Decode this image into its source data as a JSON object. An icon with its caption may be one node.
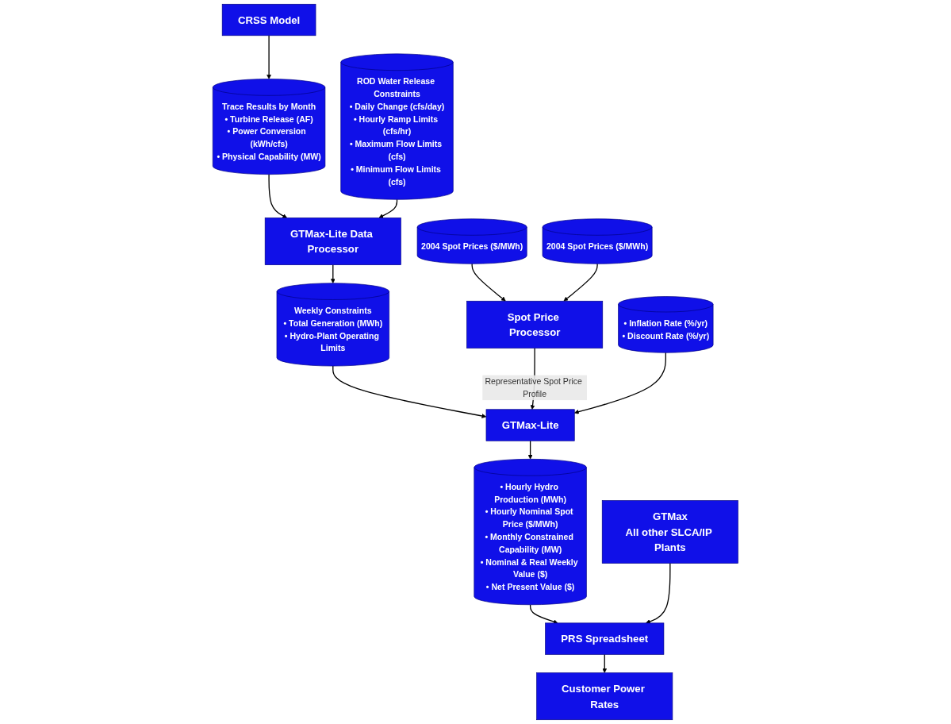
{
  "diagram": {
    "nodes": [
      {
        "text": [
          "CRSS Model"
        ]
      },
      {
        "text": [
          "Trace Results by Month",
          "• Turbine Release (AF)",
          "• Power Conversion  (kWh/cfs)",
          "• Physical Capability (MW)"
        ]
      },
      {
        "text": [
          "GTMax-Lite Data Processor"
        ]
      },
      {
        "text": [
          "ROD Water Release Constraints",
          "• Daily Change (cfs/day)",
          "• Hourly Ramp Limits (cfs/hr)",
          "• Maximum Flow Limits (cfs)",
          "• Minimum Flow Limits (cfs)"
        ]
      },
      {
        "text": [
          "2004 Spot Prices ($/MWh)"
        ]
      },
      {
        "text": [
          "2004 Spot Prices ($/MWh)"
        ]
      },
      {
        "text": [
          "Weekly Constraints",
          "• Total Generation (MWh)",
          "• Hydro-Plant Operating Limits"
        ]
      },
      {
        "text": [
          "Spot Price Processor"
        ]
      },
      {
        "text": [
          "GTMax-Lite"
        ]
      },
      {
        "text": [
          "• Inflation Rate (%/yr)",
          "• Discount Rate (%/yr)"
        ]
      },
      {
        "text": [
          "• Hourly Hydro Production (MWh)",
          "• Hourly Nominal Spot Price ($/MWh)",
          "• Monthly Constrained Capability (MW)",
          "• Nominal & Real Weekly Value ($)",
          "• Net Present Value ($)"
        ]
      },
      {
        "text": [
          "GTMax",
          "All other SLCA/IP Plants"
        ]
      },
      {
        "text": [
          "PRS Spreadsheet"
        ]
      },
      {
        "text": [
          "Customer Power Rates"
        ]
      }
    ],
    "edges": [
      {
        "from": 0,
        "to": 1,
        "arrow": "to"
      },
      {
        "from": 1,
        "to": 2,
        "arrow": "to"
      },
      {
        "from": 3,
        "to": 2,
        "arrow": "to"
      },
      {
        "from": 2,
        "to": 6,
        "arrow": "to"
      },
      {
        "from": 4,
        "to": 7,
        "arrow": "to"
      },
      {
        "from": 5,
        "to": 7,
        "arrow": "to"
      },
      {
        "from": 6,
        "to": 8,
        "arrow": "to"
      },
      {
        "from": 7,
        "to": 8,
        "arrow": "to",
        "label": "Representative Spot Price Profile"
      },
      {
        "from": 9,
        "to": 8,
        "arrow": "to"
      },
      {
        "from": 8,
        "to": 10,
        "arrow": "to"
      },
      {
        "from": 10,
        "to": 12,
        "arrow": "to"
      },
      {
        "from": 11,
        "to": 12,
        "arrow": "to"
      },
      {
        "from": 12,
        "to": 13,
        "arrow": "to"
      }
    ]
  }
}
